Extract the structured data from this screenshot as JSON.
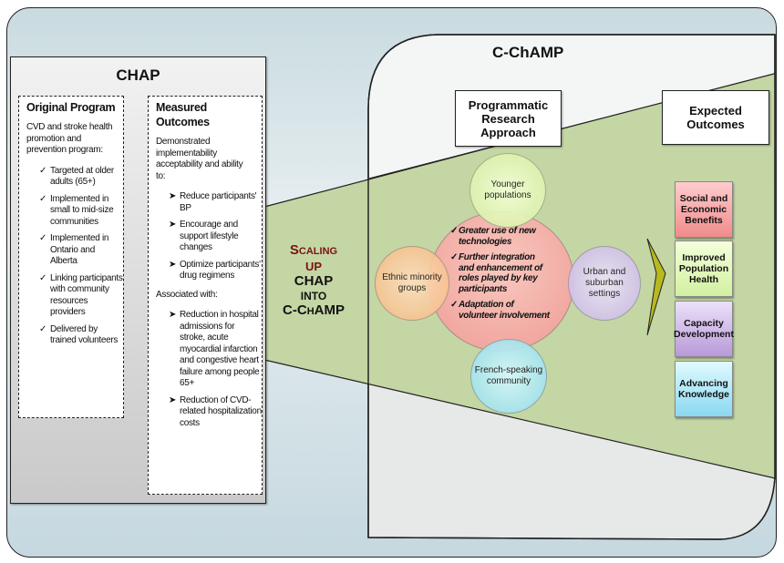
{
  "diagram": {
    "chap": {
      "title": "CHAP",
      "original_program": {
        "heading": "Original Program",
        "intro": "CVD and stroke health promotion and prevention program:",
        "items": [
          "Targeted at older adults (65+)",
          "Implemented in small to mid-size communities",
          "Implemented in Ontario and Alberta",
          "Linking participants with community resources providers",
          "Delivered by trained volunteers"
        ]
      },
      "measured_outcomes": {
        "heading": "Measured Outcomes",
        "intro": "Demonstrated implementability acceptability and ability to:",
        "items": [
          "Reduce participants' BP",
          "Encourage and support lifestyle changes",
          "Optimize participants' drug regimens"
        ],
        "associated_label": "Associated with:",
        "associated_items": [
          "Reduction in hospital admissions for stroke, acute myocardial infarction and congestive heart failure among people 65+",
          "Reduction of CVD-related hospitalization costs"
        ]
      }
    },
    "scaling": {
      "line1": "Scaling",
      "line2": "up",
      "line3": "CHAP",
      "line4": "into",
      "line5": "C-ChAMP"
    },
    "champ": {
      "title": "C-ChAMP",
      "research_box": "Programmatic Research Approach",
      "outcomes_box": "Expected Outcomes",
      "circles": {
        "top": "Younger populations",
        "left": "Ethnic minority groups",
        "right": "Urban and suburban settings",
        "bottom": "French-speaking community"
      },
      "center_items": [
        "Greater use of new technologies",
        "Further integration and enhancement of roles played by key participants",
        "Adaptation of volunteer involvement"
      ],
      "outcomes": [
        {
          "label": "Social and Economic Benefits",
          "color": "#f08c8c"
        },
        {
          "label": "Improved Population Health",
          "color": "#d2f0a0"
        },
        {
          "label": "Capacity Development",
          "color": "#b89ad8"
        },
        {
          "label": "Advancing Knowledge",
          "color": "#8ad8f0"
        }
      ]
    },
    "colors": {
      "scaling_red": "#7a1414",
      "arrow_yellow": "#c8c814",
      "band_green": "#c4d6a4"
    }
  }
}
